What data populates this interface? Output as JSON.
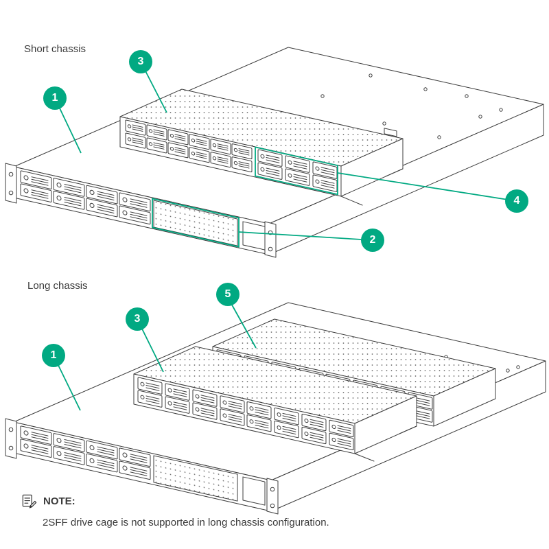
{
  "colors": {
    "accent_green": "#01a982",
    "line_art": "#3c3c3c",
    "background": "#ffffff"
  },
  "figures": [
    {
      "title": "Short chassis",
      "callouts": [
        "1",
        "2",
        "3",
        "4"
      ]
    },
    {
      "title": "Long chassis",
      "callouts": [
        "1",
        "3",
        "5"
      ]
    }
  ],
  "note": {
    "icon": "note-icon",
    "label": "NOTE:",
    "text": "2SFF drive cage is not supported in long chassis configuration."
  }
}
